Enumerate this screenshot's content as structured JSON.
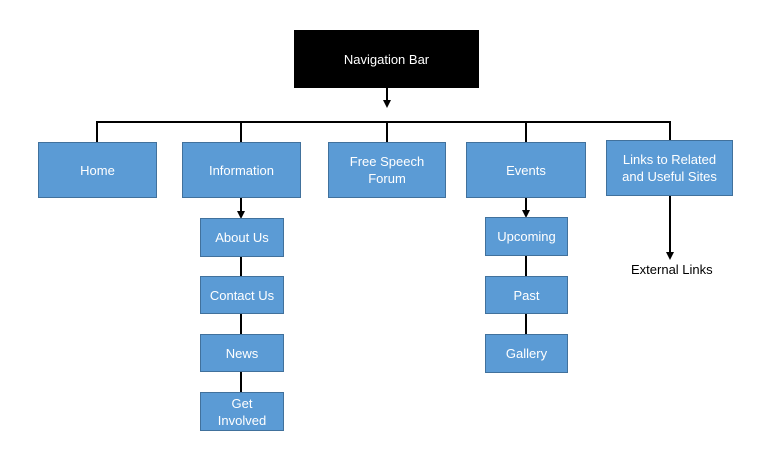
{
  "root": {
    "label": "Navigation Bar"
  },
  "top_level": [
    {
      "label": "Home"
    },
    {
      "label": "Information"
    },
    {
      "label": "Free Speech\nForum"
    },
    {
      "label": "Events"
    },
    {
      "label": "Links to Related\nand Useful Sites"
    }
  ],
  "information_children": [
    {
      "label": "About Us"
    },
    {
      "label": "Contact Us"
    },
    {
      "label": "News"
    },
    {
      "label": "Get\nInvolved"
    }
  ],
  "events_children": [
    {
      "label": "Upcoming"
    },
    {
      "label": "Past"
    },
    {
      "label": "Gallery"
    }
  ],
  "external": {
    "label": "External Links"
  },
  "colors": {
    "box_fill": "#5b9bd5",
    "box_border": "#41719c",
    "root_fill": "#000000",
    "line": "#000000"
  }
}
